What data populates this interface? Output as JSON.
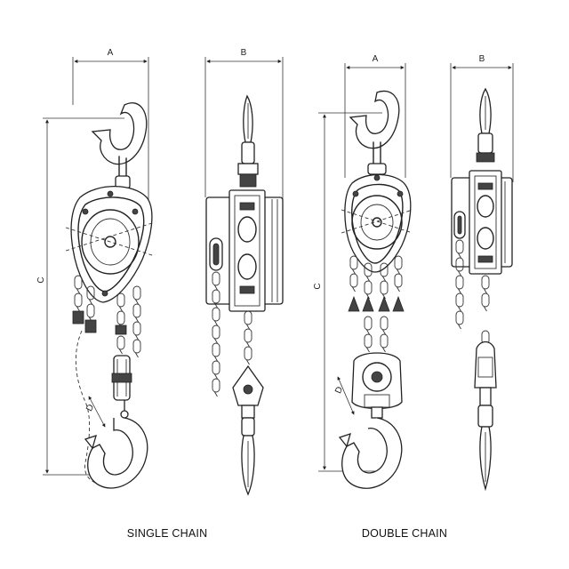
{
  "dimensions": {
    "a": "A",
    "b": "B",
    "c": "C",
    "d": "D"
  },
  "captions": {
    "single": "SINGLE CHAIN",
    "double": "DOUBLE CHAIN"
  }
}
